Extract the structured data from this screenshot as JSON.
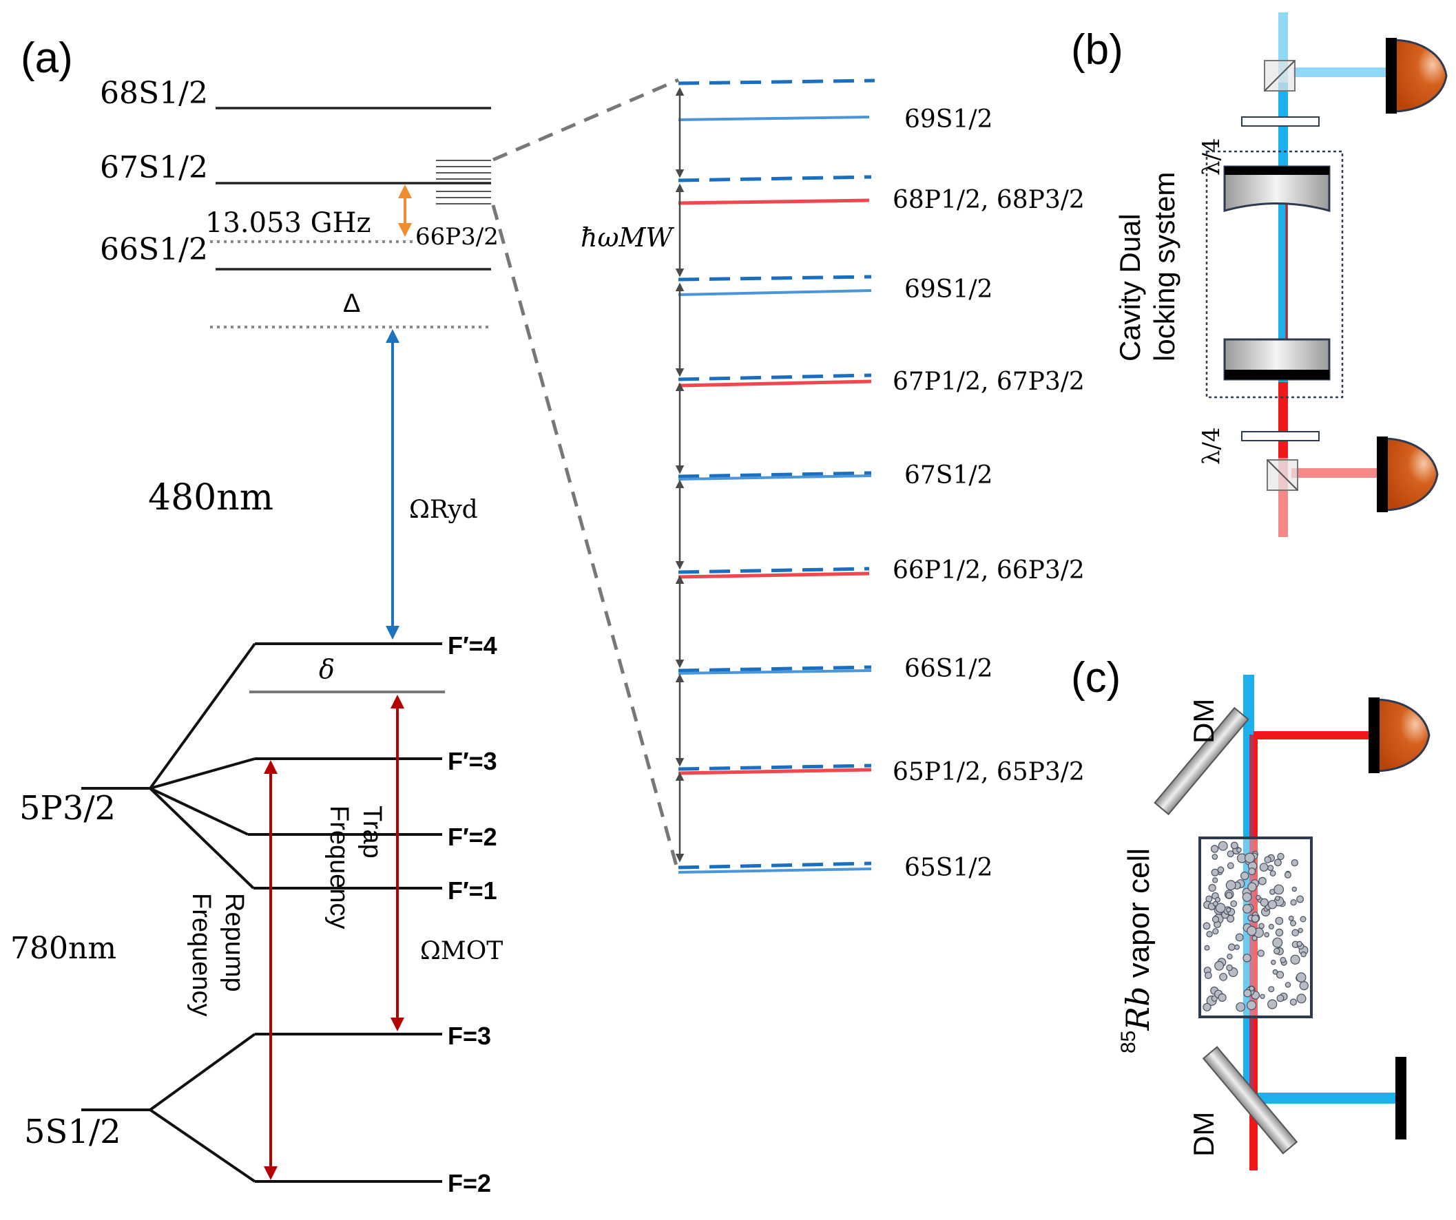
{
  "panels": {
    "a": "(a)",
    "b": "(b)",
    "c": "(c)"
  },
  "panel_a": {
    "rydberg_levels": [
      "68S1/2",
      "67S1/2",
      "66S1/2"
    ],
    "sublevel": "66P3/2",
    "freq_label": "13.053 GHz",
    "detuning": "Δ",
    "coupling_wavelength": "480nm",
    "rabi_ryd": "ΩRyd",
    "delta": "δ",
    "excited_state": "5P3/2",
    "ground_state": "5S1/2",
    "hyperfine_excited": [
      "F′=4",
      "F′=3",
      "F′=2",
      "F′=1"
    ],
    "hyperfine_ground": [
      "F=3",
      "F=2"
    ],
    "trap_freq": [
      "Trap",
      "Frequency"
    ],
    "repump_freq": [
      "Repump",
      "Frequency"
    ],
    "probe_wavelength": "780nm",
    "rabi_mot": "ΩMOT",
    "microwave": "ħωMW",
    "ladder_labels": [
      "69S1/2",
      "68P1/2, 68P3/2",
      "69S1/2",
      "67P1/2, 67P3/2",
      "67S1/2",
      "66P1/2, 66P3/2",
      "66S1/2",
      "65P1/2, 65P3/2",
      "65S1/2"
    ]
  },
  "panel_b": {
    "quarter_wave_top": "λ/4",
    "quarter_wave_bottom": "λ/4",
    "title_line1": "Cavity Dual",
    "title_line2": "locking system"
  },
  "panel_c": {
    "dm_top": "DM",
    "dm_bottom": "DM",
    "cell_isotope": "85",
    "cell_element": "Rb",
    "cell_text": "vapor cell"
  },
  "colors": {
    "blue_laser": "#1cb0ec",
    "red_laser": "#f01818",
    "ladder_red": "#f0484f",
    "ladder_blue_dash": "#1a6fc0",
    "ladder_blue_solid": "#4a96d8",
    "rabi_blue": "#1e73c0",
    "rabi_red": "#b40000",
    "orange": "#ef8c2f",
    "detector": "#c84a10"
  }
}
